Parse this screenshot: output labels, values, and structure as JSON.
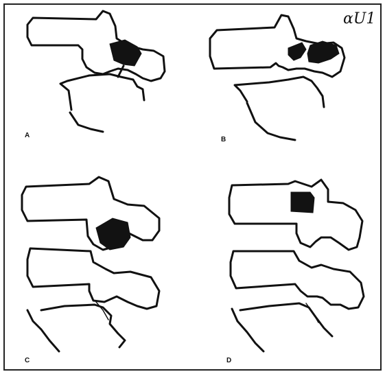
{
  "corner_mark": "αU1",
  "panels": [
    {
      "label": "A"
    },
    {
      "label": "B"
    },
    {
      "label": "C"
    },
    {
      "label": "D"
    }
  ],
  "colors": {
    "line": "#111111",
    "defect": "#121212",
    "background": "#ffffff"
  }
}
